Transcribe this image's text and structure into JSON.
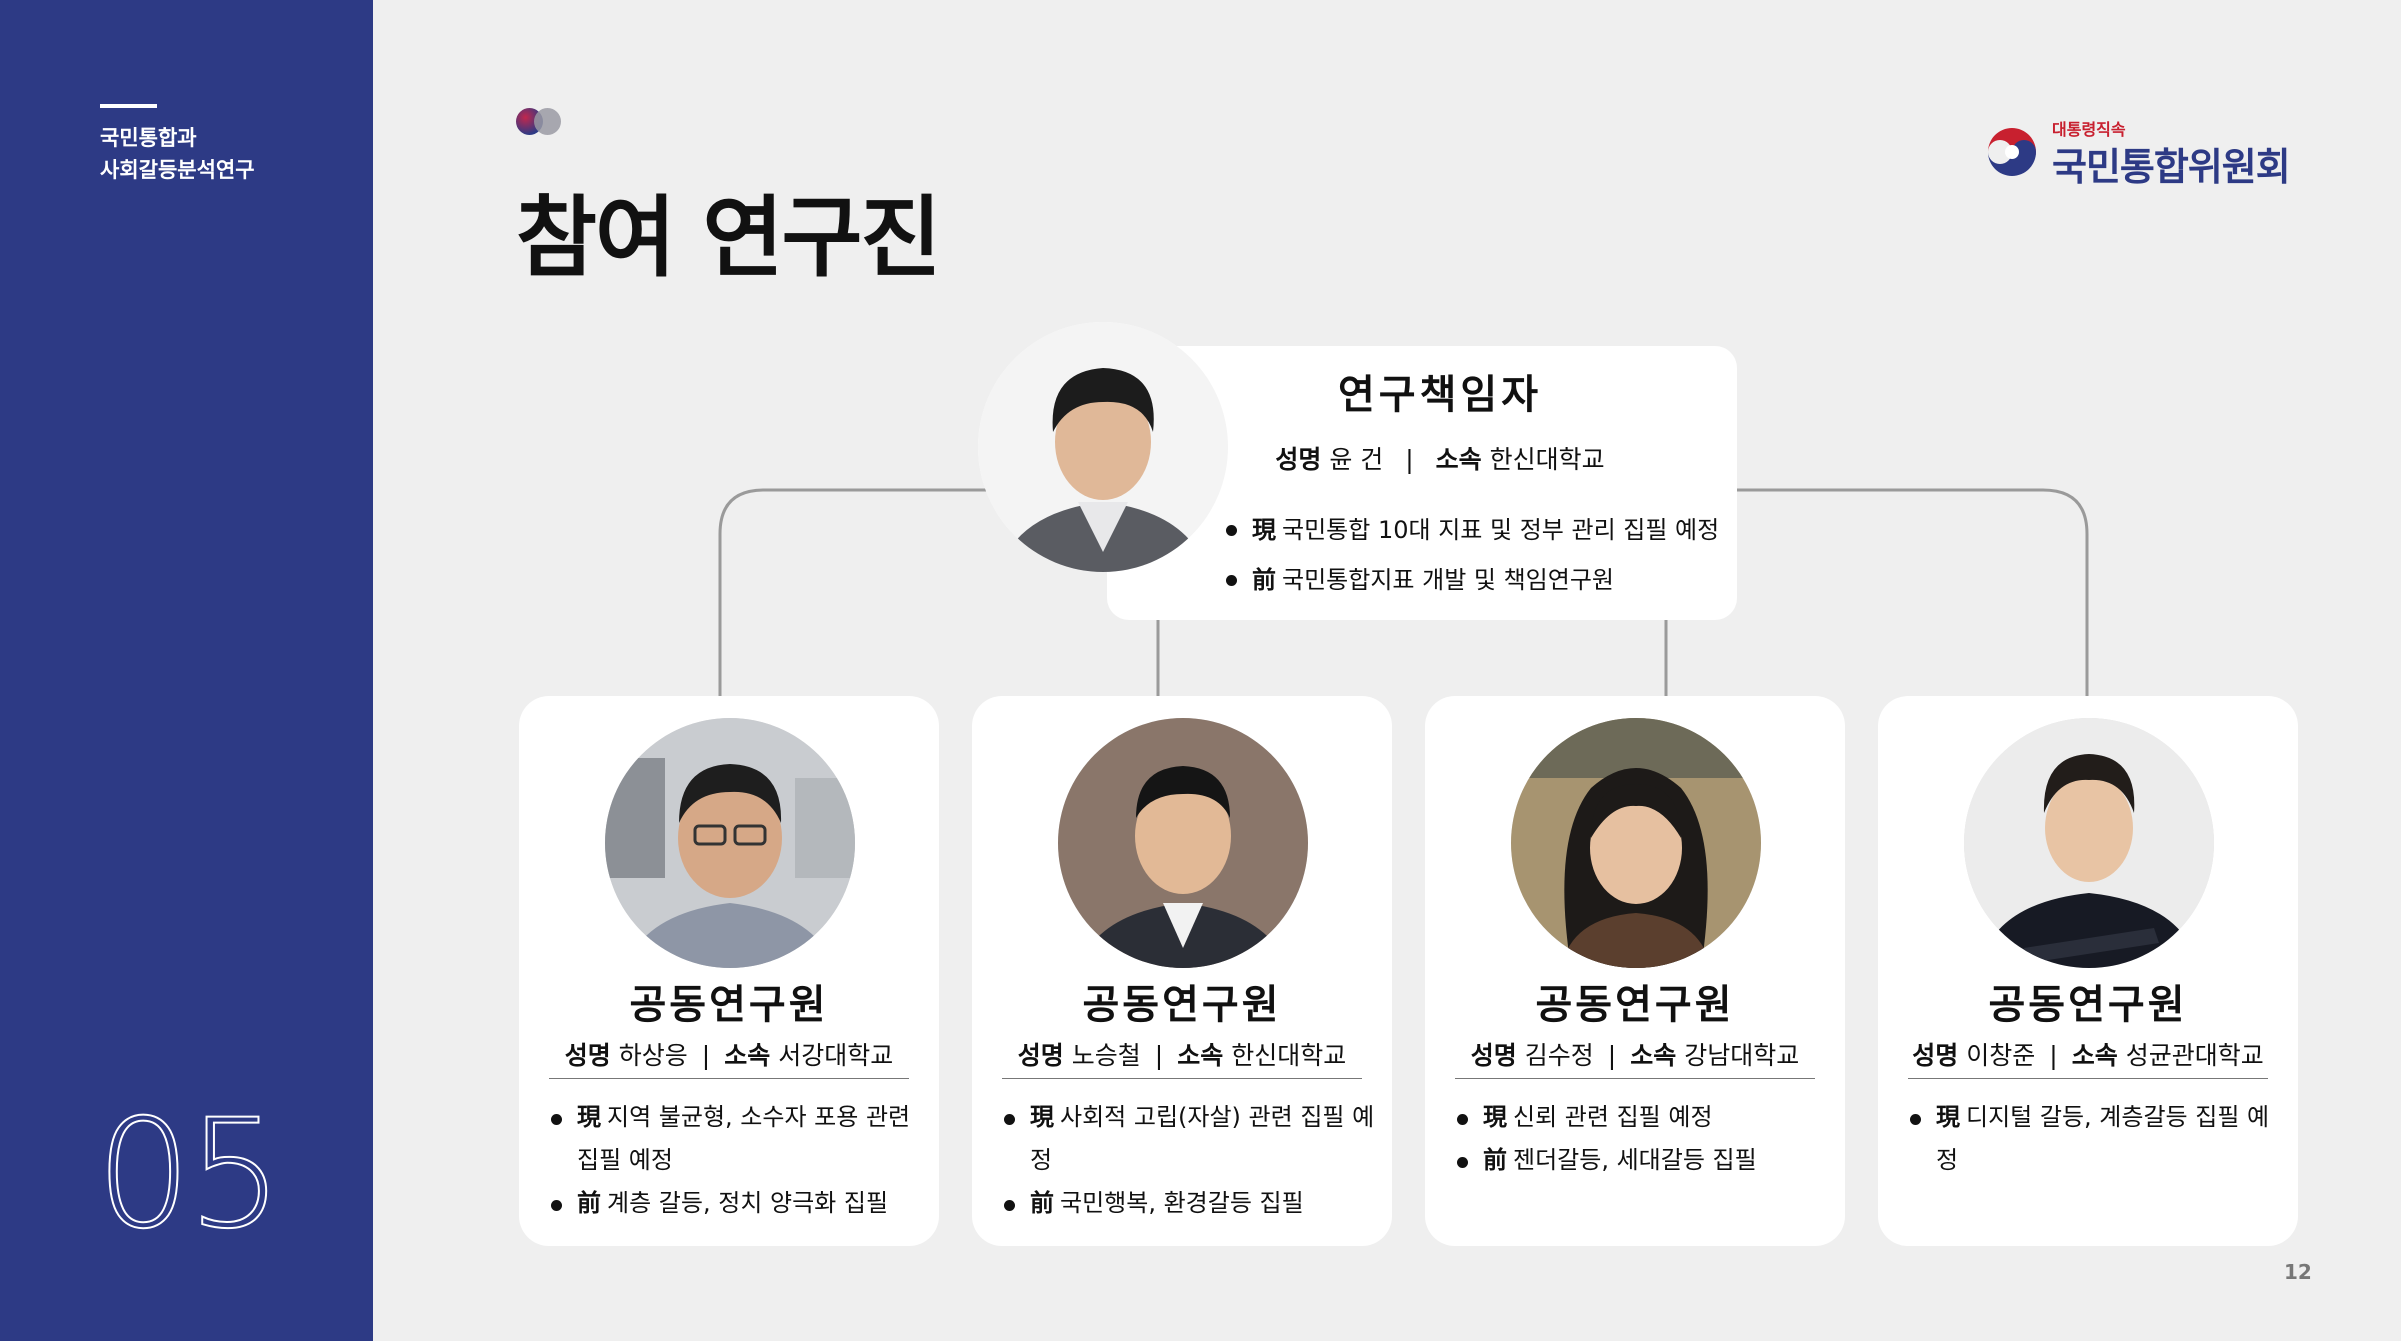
{
  "sidebar": {
    "title_line1": "국민통합과",
    "title_line2": "사회갈등분석연구",
    "section_number": "05"
  },
  "header": {
    "title": "참여 연구진"
  },
  "logo": {
    "small": "대통령직속",
    "main": "국민통합위원회"
  },
  "lead": {
    "role": "연구책임자",
    "name_label": "성명",
    "name": "윤 건",
    "affil_label": "소속",
    "affiliation": "한신대학교",
    "bullets": [
      {
        "prefix": "現",
        "text": "국민통합 10대 지표 및 정부 관리 집필 예정"
      },
      {
        "prefix": "前",
        "text": "국민통합지표 개발 및 책임연구원"
      }
    ]
  },
  "members": [
    {
      "role": "공동연구원",
      "name_label": "성명",
      "name": "하상응",
      "affil_label": "소속",
      "affiliation": "서강대학교",
      "bullets": [
        {
          "prefix": "現",
          "text": "지역 불균형, 소수자 포용 관련 집필 예정"
        },
        {
          "prefix": "前",
          "text": "계층 갈등, 정치 양극화 집필"
        }
      ]
    },
    {
      "role": "공동연구원",
      "name_label": "성명",
      "name": "노승철",
      "affil_label": "소속",
      "affiliation": "한신대학교",
      "bullets": [
        {
          "prefix": "現",
          "text": "사회적 고립(자살) 관련 집필 예정"
        },
        {
          "prefix": "前",
          "text": "국민행복, 환경갈등 집필"
        }
      ]
    },
    {
      "role": "공동연구원",
      "name_label": "성명",
      "name": "김수정",
      "affil_label": "소속",
      "affiliation": "강남대학교",
      "bullets": [
        {
          "prefix": "現",
          "text": "신뢰 관련 집필 예정"
        },
        {
          "prefix": "前",
          "text": "젠더갈등, 세대갈등 집필"
        }
      ]
    },
    {
      "role": "공동연구원",
      "name_label": "성명",
      "name": "이창준",
      "affil_label": "소속",
      "affiliation": "성균관대학교",
      "bullets": [
        {
          "prefix": "現",
          "text": "디지털 갈등, 계층갈등 집필 예정"
        }
      ]
    }
  ],
  "page_number": "12",
  "colors": {
    "sidebar": "#2d3a85",
    "background": "#efefef",
    "connector": "#9a9a9a",
    "logo_red": "#c8202f"
  }
}
